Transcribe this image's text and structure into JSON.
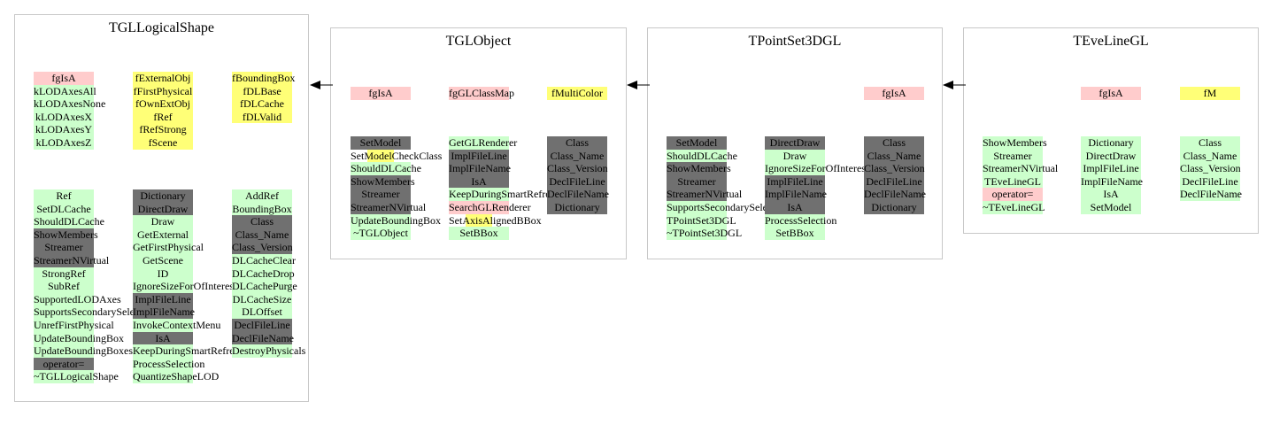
{
  "classes": [
    {
      "title": "TGLLogicalShape",
      "columns": [
        {
          "groups": [
            [
              {
                "t": "fgIsA",
                "c": "p"
              },
              {
                "t": "kLODAxesAll",
                "c": "g"
              },
              {
                "t": "kLODAxesNone",
                "c": "g"
              },
              {
                "t": "kLODAxesX",
                "c": "g"
              },
              {
                "t": "kLODAxesY",
                "c": "g"
              },
              {
                "t": "kLODAxesZ",
                "c": "g"
              }
            ],
            [
              {
                "t": "Ref",
                "c": "g"
              },
              {
                "t": "SetDLCache",
                "c": "g"
              },
              {
                "t": "ShouldDLCache",
                "c": "g"
              },
              {
                "t": "ShowMembers",
                "c": "d"
              },
              {
                "t": "Streamer",
                "c": "d"
              },
              {
                "t": "StreamerNVirtual",
                "c": "d"
              },
              {
                "t": "StrongRef",
                "c": "g"
              },
              {
                "t": "SubRef",
                "c": "g"
              },
              {
                "t": "SupportedLODAxes",
                "c": "g"
              },
              {
                "t": "SupportsSecondarySelect",
                "c": "g"
              },
              {
                "t": "UnrefFirstPhysical",
                "c": "g"
              },
              {
                "t": "UpdateBoundingBox",
                "c": "g"
              },
              {
                "t": "UpdateBoundingBoxesOfPhysicals",
                "c": "g"
              },
              {
                "t": "operator=",
                "c": "d"
              },
              {
                "t": "~TGLLogicalShape",
                "c": "g"
              }
            ]
          ]
        },
        {
          "groups": [
            [
              {
                "t": "fExternalObj",
                "c": "y"
              },
              {
                "t": "fFirstPhysical",
                "c": "y"
              },
              {
                "t": "fOwnExtObj",
                "c": "y"
              },
              {
                "t": "fRef",
                "c": "y"
              },
              {
                "t": "fRefStrong",
                "c": "y"
              },
              {
                "t": "fScene",
                "c": "y"
              }
            ],
            [
              {
                "t": "Dictionary",
                "c": "d"
              },
              {
                "t": "DirectDraw",
                "c": "d"
              },
              {
                "t": "Draw",
                "c": "g"
              },
              {
                "t": "GetExternal",
                "c": "g"
              },
              {
                "t": "GetFirstPhysical",
                "c": "g"
              },
              {
                "t": "GetScene",
                "c": "g"
              },
              {
                "t": "ID",
                "c": "g"
              },
              {
                "t": "IgnoreSizeForOfInterest",
                "c": "g"
              },
              {
                "t": "ImplFileLine",
                "c": "d"
              },
              {
                "t": "ImplFileName",
                "c": "d"
              },
              {
                "t": "InvokeContextMenu",
                "c": "g"
              },
              {
                "t": "IsA",
                "c": "d"
              },
              {
                "t": "KeepDuringSmartRefresh",
                "c": "g"
              },
              {
                "t": "ProcessSelection",
                "c": "g"
              },
              {
                "t": "QuantizeShapeLOD",
                "c": "g"
              }
            ]
          ]
        },
        {
          "groups": [
            [
              {
                "t": "fBoundingBox",
                "c": "y"
              },
              {
                "t": "fDLBase",
                "c": "y"
              },
              {
                "t": "fDLCache",
                "c": "y"
              },
              {
                "t": "fDLValid",
                "c": "y"
              }
            ],
            [
              {
                "t": "AddRef",
                "c": "g"
              },
              {
                "t": "BoundingBox",
                "c": "g"
              },
              {
                "t": "Class",
                "c": "d"
              },
              {
                "t": "Class_Name",
                "c": "d"
              },
              {
                "t": "Class_Version",
                "c": "d"
              },
              {
                "t": "DLCacheClear",
                "c": "g"
              },
              {
                "t": "DLCacheDrop",
                "c": "g"
              },
              {
                "t": "DLCachePurge",
                "c": "g"
              },
              {
                "t": "DLCacheSize",
                "c": "g"
              },
              {
                "t": "DLOffset",
                "c": "g"
              },
              {
                "t": "DeclFileLine",
                "c": "d"
              },
              {
                "t": "DeclFileName",
                "c": "d"
              },
              {
                "t": "DestroyPhysicals",
                "c": "g"
              }
            ]
          ]
        }
      ]
    },
    {
      "title": "TGLObject",
      "columns": [
        {
          "groups": [
            [
              {
                "t": "fgIsA",
                "c": "p"
              }
            ],
            [
              {
                "t": "SetModel",
                "c": "d"
              },
              {
                "t": "SetModelCheckClass",
                "c": "ys"
              },
              {
                "t": "ShouldDLCache",
                "c": "g"
              },
              {
                "t": "ShowMembers",
                "c": "d"
              },
              {
                "t": "Streamer",
                "c": "d"
              },
              {
                "t": "StreamerNVirtual",
                "c": "d"
              },
              {
                "t": "UpdateBoundingBox",
                "c": "g"
              },
              {
                "t": "~TGLObject",
                "c": "g"
              }
            ]
          ]
        },
        {
          "groups": [
            [
              {
                "t": "fgGLClassMap",
                "c": "p"
              }
            ],
            [
              {
                "t": "GetGLRenderer",
                "c": "g"
              },
              {
                "t": "ImplFileLine",
                "c": "d"
              },
              {
                "t": "ImplFileName",
                "c": "d"
              },
              {
                "t": "IsA",
                "c": "d"
              },
              {
                "t": "KeepDuringSmartRefresh",
                "c": "g"
              },
              {
                "t": "SearchGLRenderer",
                "c": "p"
              },
              {
                "t": "SetAxisAlignedBBox",
                "c": "ys"
              },
              {
                "t": "SetBBox",
                "c": "g"
              }
            ]
          ]
        },
        {
          "groups": [
            [
              {
                "t": "fMultiColor",
                "c": "y"
              }
            ],
            [
              {
                "t": "Class",
                "c": "d"
              },
              {
                "t": "Class_Name",
                "c": "d"
              },
              {
                "t": "Class_Version",
                "c": "d"
              },
              {
                "t": "DeclFileLine",
                "c": "d"
              },
              {
                "t": "DeclFileName",
                "c": "d"
              },
              {
                "t": "Dictionary",
                "c": "d"
              }
            ]
          ]
        }
      ]
    },
    {
      "title": "TPointSet3DGL",
      "columns": [
        {
          "groups": [
            [],
            [
              {
                "t": "SetModel",
                "c": "d"
              },
              {
                "t": "ShouldDLCache",
                "c": "g"
              },
              {
                "t": "ShowMembers",
                "c": "d"
              },
              {
                "t": "Streamer",
                "c": "d"
              },
              {
                "t": "StreamerNVirtual",
                "c": "d"
              },
              {
                "t": "SupportsSecondarySelect",
                "c": "g"
              },
              {
                "t": "TPointSet3DGL",
                "c": "g"
              },
              {
                "t": "~TPointSet3DGL",
                "c": "g"
              }
            ]
          ]
        },
        {
          "groups": [
            [],
            [
              {
                "t": "DirectDraw",
                "c": "d"
              },
              {
                "t": "Draw",
                "c": "g"
              },
              {
                "t": "IgnoreSizeForOfInterest",
                "c": "g"
              },
              {
                "t": "ImplFileLine",
                "c": "d"
              },
              {
                "t": "ImplFileName",
                "c": "d"
              },
              {
                "t": "IsA",
                "c": "d"
              },
              {
                "t": "ProcessSelection",
                "c": "g"
              },
              {
                "t": "SetBBox",
                "c": "g"
              }
            ]
          ]
        },
        {
          "groups": [
            [
              {
                "t": "fgIsA",
                "c": "p"
              }
            ],
            [
              {
                "t": "Class",
                "c": "d"
              },
              {
                "t": "Class_Name",
                "c": "d"
              },
              {
                "t": "Class_Version",
                "c": "d"
              },
              {
                "t": "DeclFileLine",
                "c": "d"
              },
              {
                "t": "DeclFileName",
                "c": "d"
              },
              {
                "t": "Dictionary",
                "c": "d"
              }
            ]
          ]
        }
      ]
    },
    {
      "title": "TEveLineGL",
      "columns": [
        {
          "groups": [
            [],
            [
              {
                "t": "ShowMembers",
                "c": "g"
              },
              {
                "t": "Streamer",
                "c": "g"
              },
              {
                "t": "StreamerNVirtual",
                "c": "g"
              },
              {
                "t": "TEveLineGL",
                "c": "g"
              },
              {
                "t": "operator=",
                "c": "p"
              },
              {
                "t": "~TEveLineGL",
                "c": "g"
              }
            ]
          ]
        },
        {
          "groups": [
            [
              {
                "t": "fgIsA",
                "c": "p"
              }
            ],
            [
              {
                "t": "Dictionary",
                "c": "g"
              },
              {
                "t": "DirectDraw",
                "c": "g"
              },
              {
                "t": "ImplFileLine",
                "c": "g"
              },
              {
                "t": "ImplFileName",
                "c": "g"
              },
              {
                "t": "IsA",
                "c": "g"
              },
              {
                "t": "SetModel",
                "c": "g"
              }
            ]
          ]
        },
        {
          "groups": [
            [
              {
                "t": "fM",
                "c": "y"
              }
            ],
            [
              {
                "t": "Class",
                "c": "g"
              },
              {
                "t": "Class_Name",
                "c": "g"
              },
              {
                "t": "Class_Version",
                "c": "g"
              },
              {
                "t": "DeclFileLine",
                "c": "g"
              },
              {
                "t": "DeclFileName",
                "c": "g"
              }
            ]
          ]
        }
      ]
    }
  ]
}
